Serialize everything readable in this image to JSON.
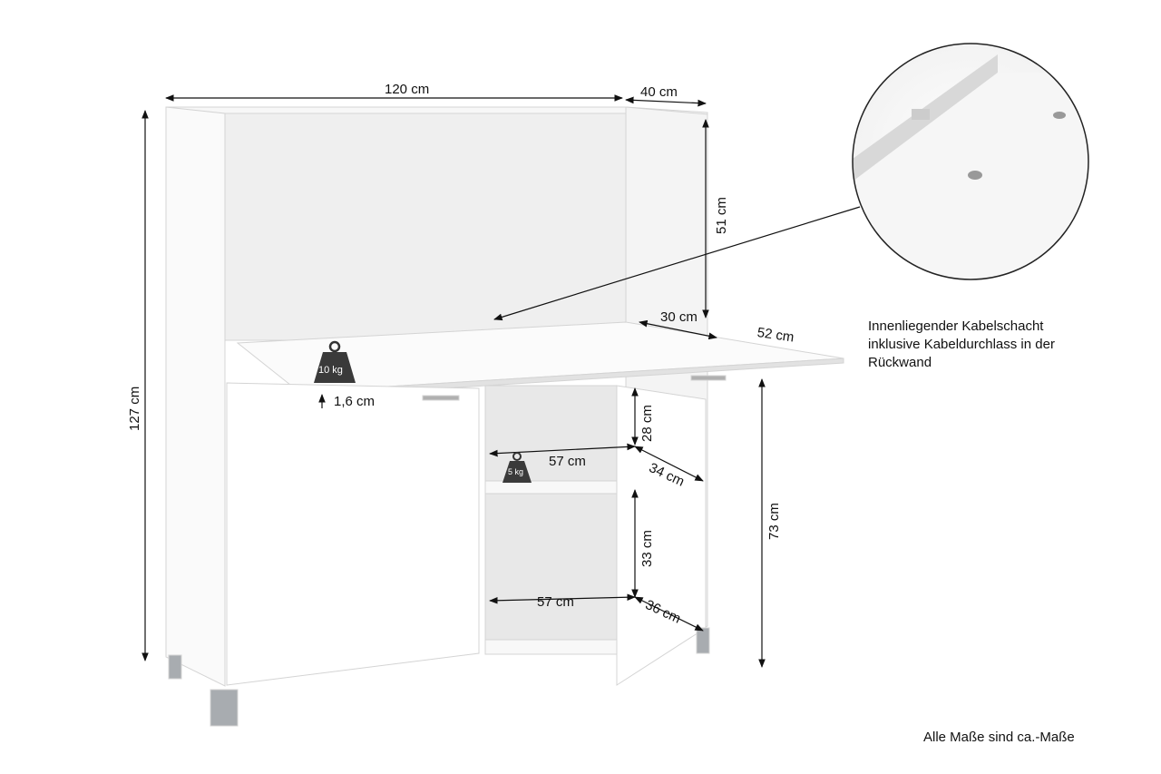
{
  "dimensions": {
    "width": "120 cm",
    "depth": "40 cm",
    "height": "127 cm",
    "upper_height": "51 cm",
    "flap_depth": "30 cm",
    "flap_extension": "52 cm",
    "flap_thickness": "1,6 cm",
    "shelf_top_height": "28 cm",
    "shelf_top_width": "57 cm",
    "shelf_top_depth": "34 cm",
    "shelf_bottom_height": "33 cm",
    "shelf_bottom_width": "57 cm",
    "shelf_bottom_depth": "36 cm",
    "desk_height": "73 cm"
  },
  "loads": {
    "flap": "10 kg",
    "shelf": "5 kg"
  },
  "note": [
    "Innenliegender Kabelschacht",
    "inklusive Kabeldurchlass in der",
    "Rückwand"
  ],
  "footer": "Alle Maße sind ca.-Maße",
  "colors": {
    "panel": "#ffffff",
    "edge": "#d0d0d0",
    "interior": "#ececec",
    "leg": "#a8acb0",
    "line": "#111111"
  }
}
